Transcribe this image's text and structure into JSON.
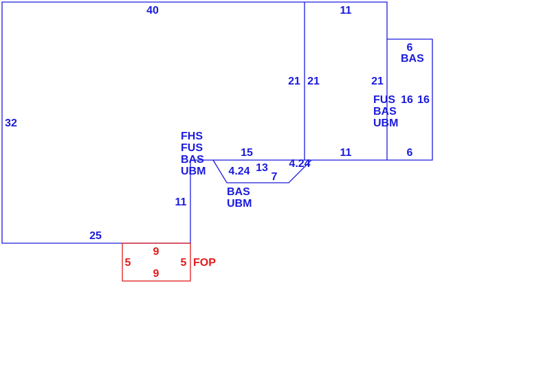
{
  "colors": {
    "main": "#1a1adc",
    "porch": "#e01a1a"
  },
  "dims": {
    "top_left": "40",
    "top_right": "11",
    "left": "32",
    "bottom_left": "25",
    "inner_right": "11",
    "mid_left_21": "21",
    "mid_right_21": "21",
    "right_21": "21",
    "mid_15": "15",
    "mid_11": "11",
    "wing_top": "6",
    "wing_bottom": "6",
    "wing_right": "16",
    "wing_left": "16",
    "trap_diag_left": "4.24",
    "trap_13": "13",
    "trap_7": "7",
    "trap_diag_right": "4.24",
    "porch_top": "9",
    "porch_bottom": "9",
    "porch_left": "5",
    "porch_right": "5"
  },
  "labels": {
    "main": [
      "FHS",
      "FUS",
      "BAS",
      "UBM"
    ],
    "trap": [
      "BAS",
      "UBM"
    ],
    "wing_top": "BAS",
    "right_section": [
      "FUS",
      "BAS",
      "UBM"
    ],
    "porch": "FOP"
  }
}
